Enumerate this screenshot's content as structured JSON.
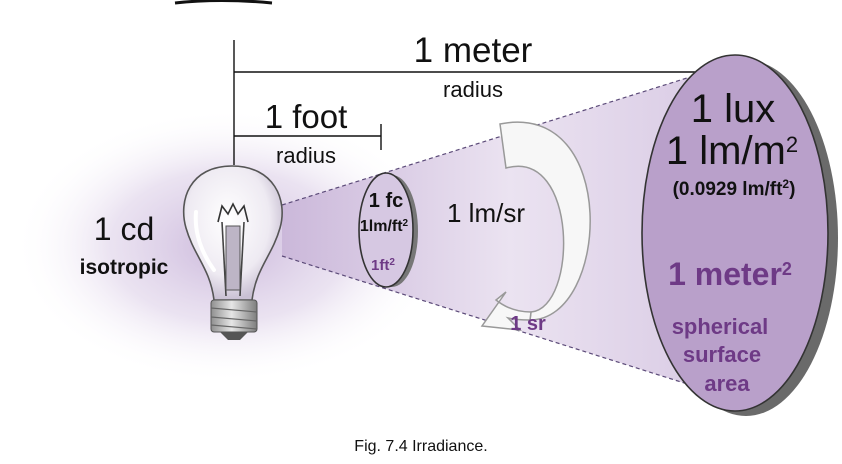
{
  "measures": {
    "meter_label": "1 meter",
    "meter_sub": "radius",
    "foot_label": "1 foot",
    "foot_sub": "radius"
  },
  "source": {
    "value": "1 cd",
    "sub": "isotropic"
  },
  "small_disk": {
    "line1": "1 fc",
    "line2_base": "1lm/ft",
    "line2_sup": "2",
    "area_base": "1ft",
    "area_sup": "2"
  },
  "cone": {
    "intensity": "1 lm/sr",
    "solid_angle": "1 sr"
  },
  "large_disk": {
    "line1": "1 lux",
    "line2_base": "1 lm/m",
    "line2_sup": "2",
    "line3_pre": "(0.0929 lm/ft",
    "line3_sup": "2",
    "line3_post": ")",
    "area_base": "1 meter",
    "area_sup": "2",
    "area_desc1": "spherical",
    "area_desc2": "surface",
    "area_desc3": "area"
  },
  "caption": {
    "text": "Fig. 7.4  Irradiance."
  },
  "colors": {
    "accent_purple": "#6e3a86",
    "disk_fill": "#b79ac8",
    "cone_fill": "#d8cbe3",
    "glow": "#c7b2d8",
    "shadow": "#555555"
  }
}
